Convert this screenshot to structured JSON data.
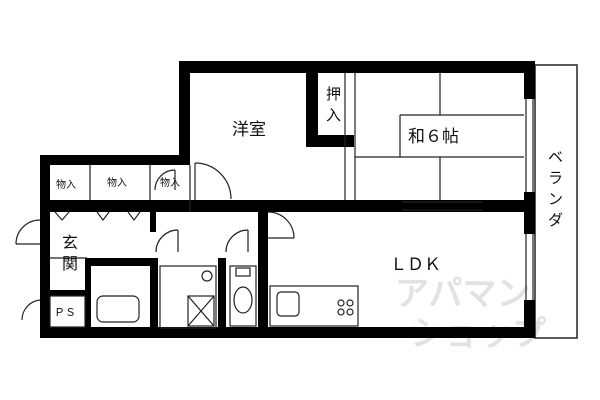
{
  "rooms": {
    "western_room": "洋室",
    "japanese_room": "和６帖",
    "ldk": "ＬＤＫ",
    "closet_oshiire": [
      "押",
      "入"
    ],
    "storage_1": "物入",
    "storage_2": "物入",
    "storage_3": "物入",
    "entrance": [
      "玄",
      "関"
    ],
    "pipe_space": "ＰＳ",
    "veranda": [
      "ベ",
      "ラ",
      "ン",
      "ダ"
    ]
  },
  "watermark": {
    "line1": "アパマン",
    "line2": "ショップ"
  },
  "colors": {
    "wall": "#000000",
    "line": "#222222",
    "watermark": "#e2e2e2"
  }
}
